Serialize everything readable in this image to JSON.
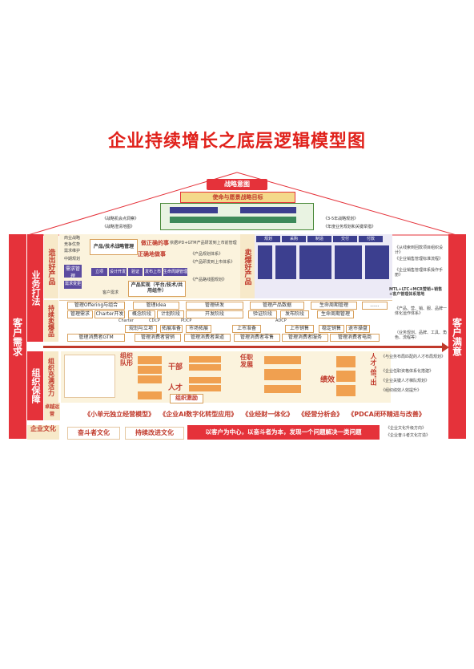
{
  "title": "企业持续增长之底层逻辑模型图",
  "roof": {
    "strategy_intent": "战略意图",
    "mission": "使命与愿景战略目标",
    "left_tags": [
      "《战略机会点洞察》",
      "《战略澄清地图》"
    ],
    "right_tags": [
      "《3-5年战略规划》",
      "《年度业务规划和关键举措》"
    ]
  },
  "left_side": "客户需求",
  "right_side": "客户满意",
  "business_group": "业务打法",
  "org_group": "组织保障",
  "rows": {
    "make_good": "造出好产品",
    "sell_hot": "持续卖爆品",
    "org_vitality": "组织充满活力",
    "excellence": "卓越运营",
    "culture": "企业文化"
  },
  "product": {
    "needs": [
      "商业战略",
      "竞争优势",
      "需求维护",
      "中期规划"
    ],
    "product_tech": "产品/技术战略管理",
    "right_thing": "做正确的事",
    "do_right": "正确地做事",
    "product_impl": "产品实现（平台/技术/共用组件）",
    "demand_mgmt": "需求管理",
    "demand_change": "需求变更",
    "customer_need": "客户需求",
    "ipd_note": "依据IPD+GTM产品研发到上市前管理",
    "refs": [
      "《产品规划体系》",
      "《产品研发到上市体系》",
      "《产品路线图规划》"
    ],
    "stages": [
      "立项",
      "设计开发",
      "验证",
      "发布上市",
      "生命周期管理"
    ]
  },
  "sell": {
    "label": "卖爆好产品",
    "steps": [
      "规划",
      "采购",
      "制造",
      "交付",
      "付款"
    ],
    "refs": [
      "《从线索到回款项目组织设计》",
      "《企业销售管理标准流程》",
      "《企业销售管理体系操作手册》"
    ],
    "mtl": "MTL+LTC+MCR营销+销售+客户管理体系落地"
  },
  "lifecycle": {
    "headers": [
      "管理Offering与组合",
      "管理Idea",
      "管理研发",
      "管理产品数据",
      "生命周期管理",
      "......"
    ],
    "row1": [
      "管理需求",
      "Charter开发",
      "概念阶段",
      "计划阶段",
      "开发阶段",
      "验证阶段",
      "发布阶段",
      "生命周期管理"
    ],
    "row2": [
      "规划与立项",
      "拓展准备",
      "市场拓展",
      "上市准备",
      "上市销售",
      "稳定销售",
      "退市操盘"
    ],
    "row3": [
      "管理消费者GTM",
      "管理消费者营销",
      "管理消费者渠道",
      "管理消费者零售",
      "管理消费者服务",
      "管理消费者电商"
    ],
    "milestones": [
      "Charter",
      "CDCP",
      "PDCP",
      "ADCP"
    ],
    "right_notes": [
      "《产品、营、销、服、品牌一体化运作体系》",
      "（业务规划、品牌、工具、角色、流程等）"
    ]
  },
  "org": {
    "team": "组织队形",
    "cadre": "干部",
    "talent": "人才",
    "incentive": "组织激励",
    "appoint": "任职发展",
    "performance": "绩效",
    "talent_multiple": "人才\"倍\"出",
    "right_notes": [
      "《与业务布局匹配的人才布局规划》",
      "《企业任职资格体系化搭建》",
      "《企业关键人才梯队规划》",
      "《组织绩效人效提升》"
    ]
  },
  "operations": [
    "《小单元独立经营模型》",
    "《企业AI数字化转型应用》",
    "《业经财一体化》",
    "《经营分析会》",
    "《PDCA闭环精进与改善》"
  ],
  "culture": {
    "items": [
      "奋斗者文化",
      "持续改进文化"
    ],
    "slogan": "以客户为中心，以奋斗者为本，发现一个问题解决一类问题",
    "refs": [
      "《企业文化升级方向》",
      "《企业奋斗者文化打造》"
    ]
  }
}
